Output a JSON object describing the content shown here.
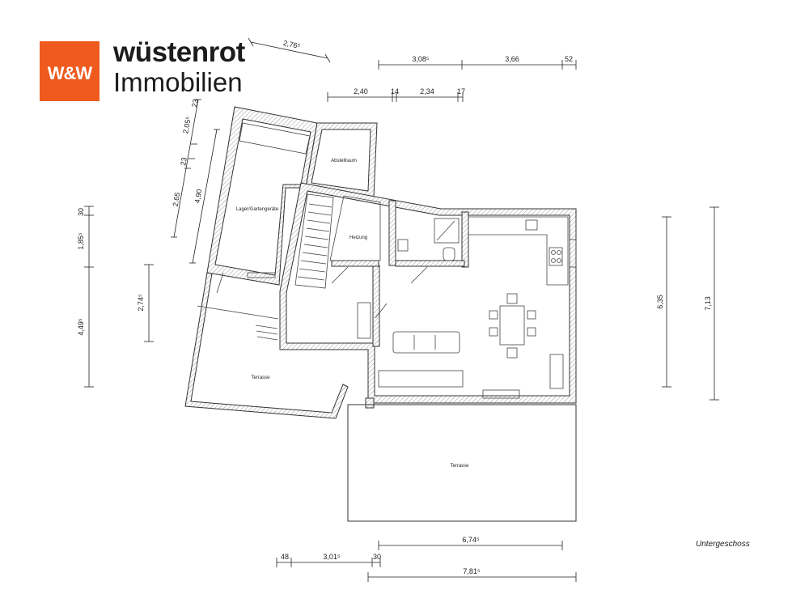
{
  "brand": {
    "logo_text": "W&W",
    "name": "wüstenrot",
    "subtitle": "Immobilien",
    "logo_color": "#ef5b1f"
  },
  "floor_label": "Untergeschoss",
  "rooms": {
    "abstellraum": "Abstellraum",
    "lager": "Lager/Gartengeräte",
    "heizung": "Heizung",
    "terrasse_left": "Terrasse",
    "terrasse_main": "Terrasse"
  },
  "dimensions": {
    "top_slanted": "2,76⁵",
    "top_308": "3,08⁵",
    "top_366": "3,66",
    "top_52": "52",
    "mid_240": "2,40",
    "mid_14": "14",
    "mid_234": "2,34",
    "mid_17": "17",
    "slant_205": "2,05⁵",
    "slant_265": "2,65",
    "slant_490": "4,90",
    "slant_23a": "23",
    "slant_23b": "23",
    "left_30": "30",
    "left_185": "1,85⁵",
    "left_449": "4,49⁵",
    "left_274": "2,74⁵",
    "right_635": "6,35",
    "right_713": "7,13",
    "bottom_674": "6,74⁵",
    "bottom_48": "48",
    "bottom_301": "3,01⁵",
    "bottom_30": "30",
    "bottom_781": "7,81⁵"
  }
}
